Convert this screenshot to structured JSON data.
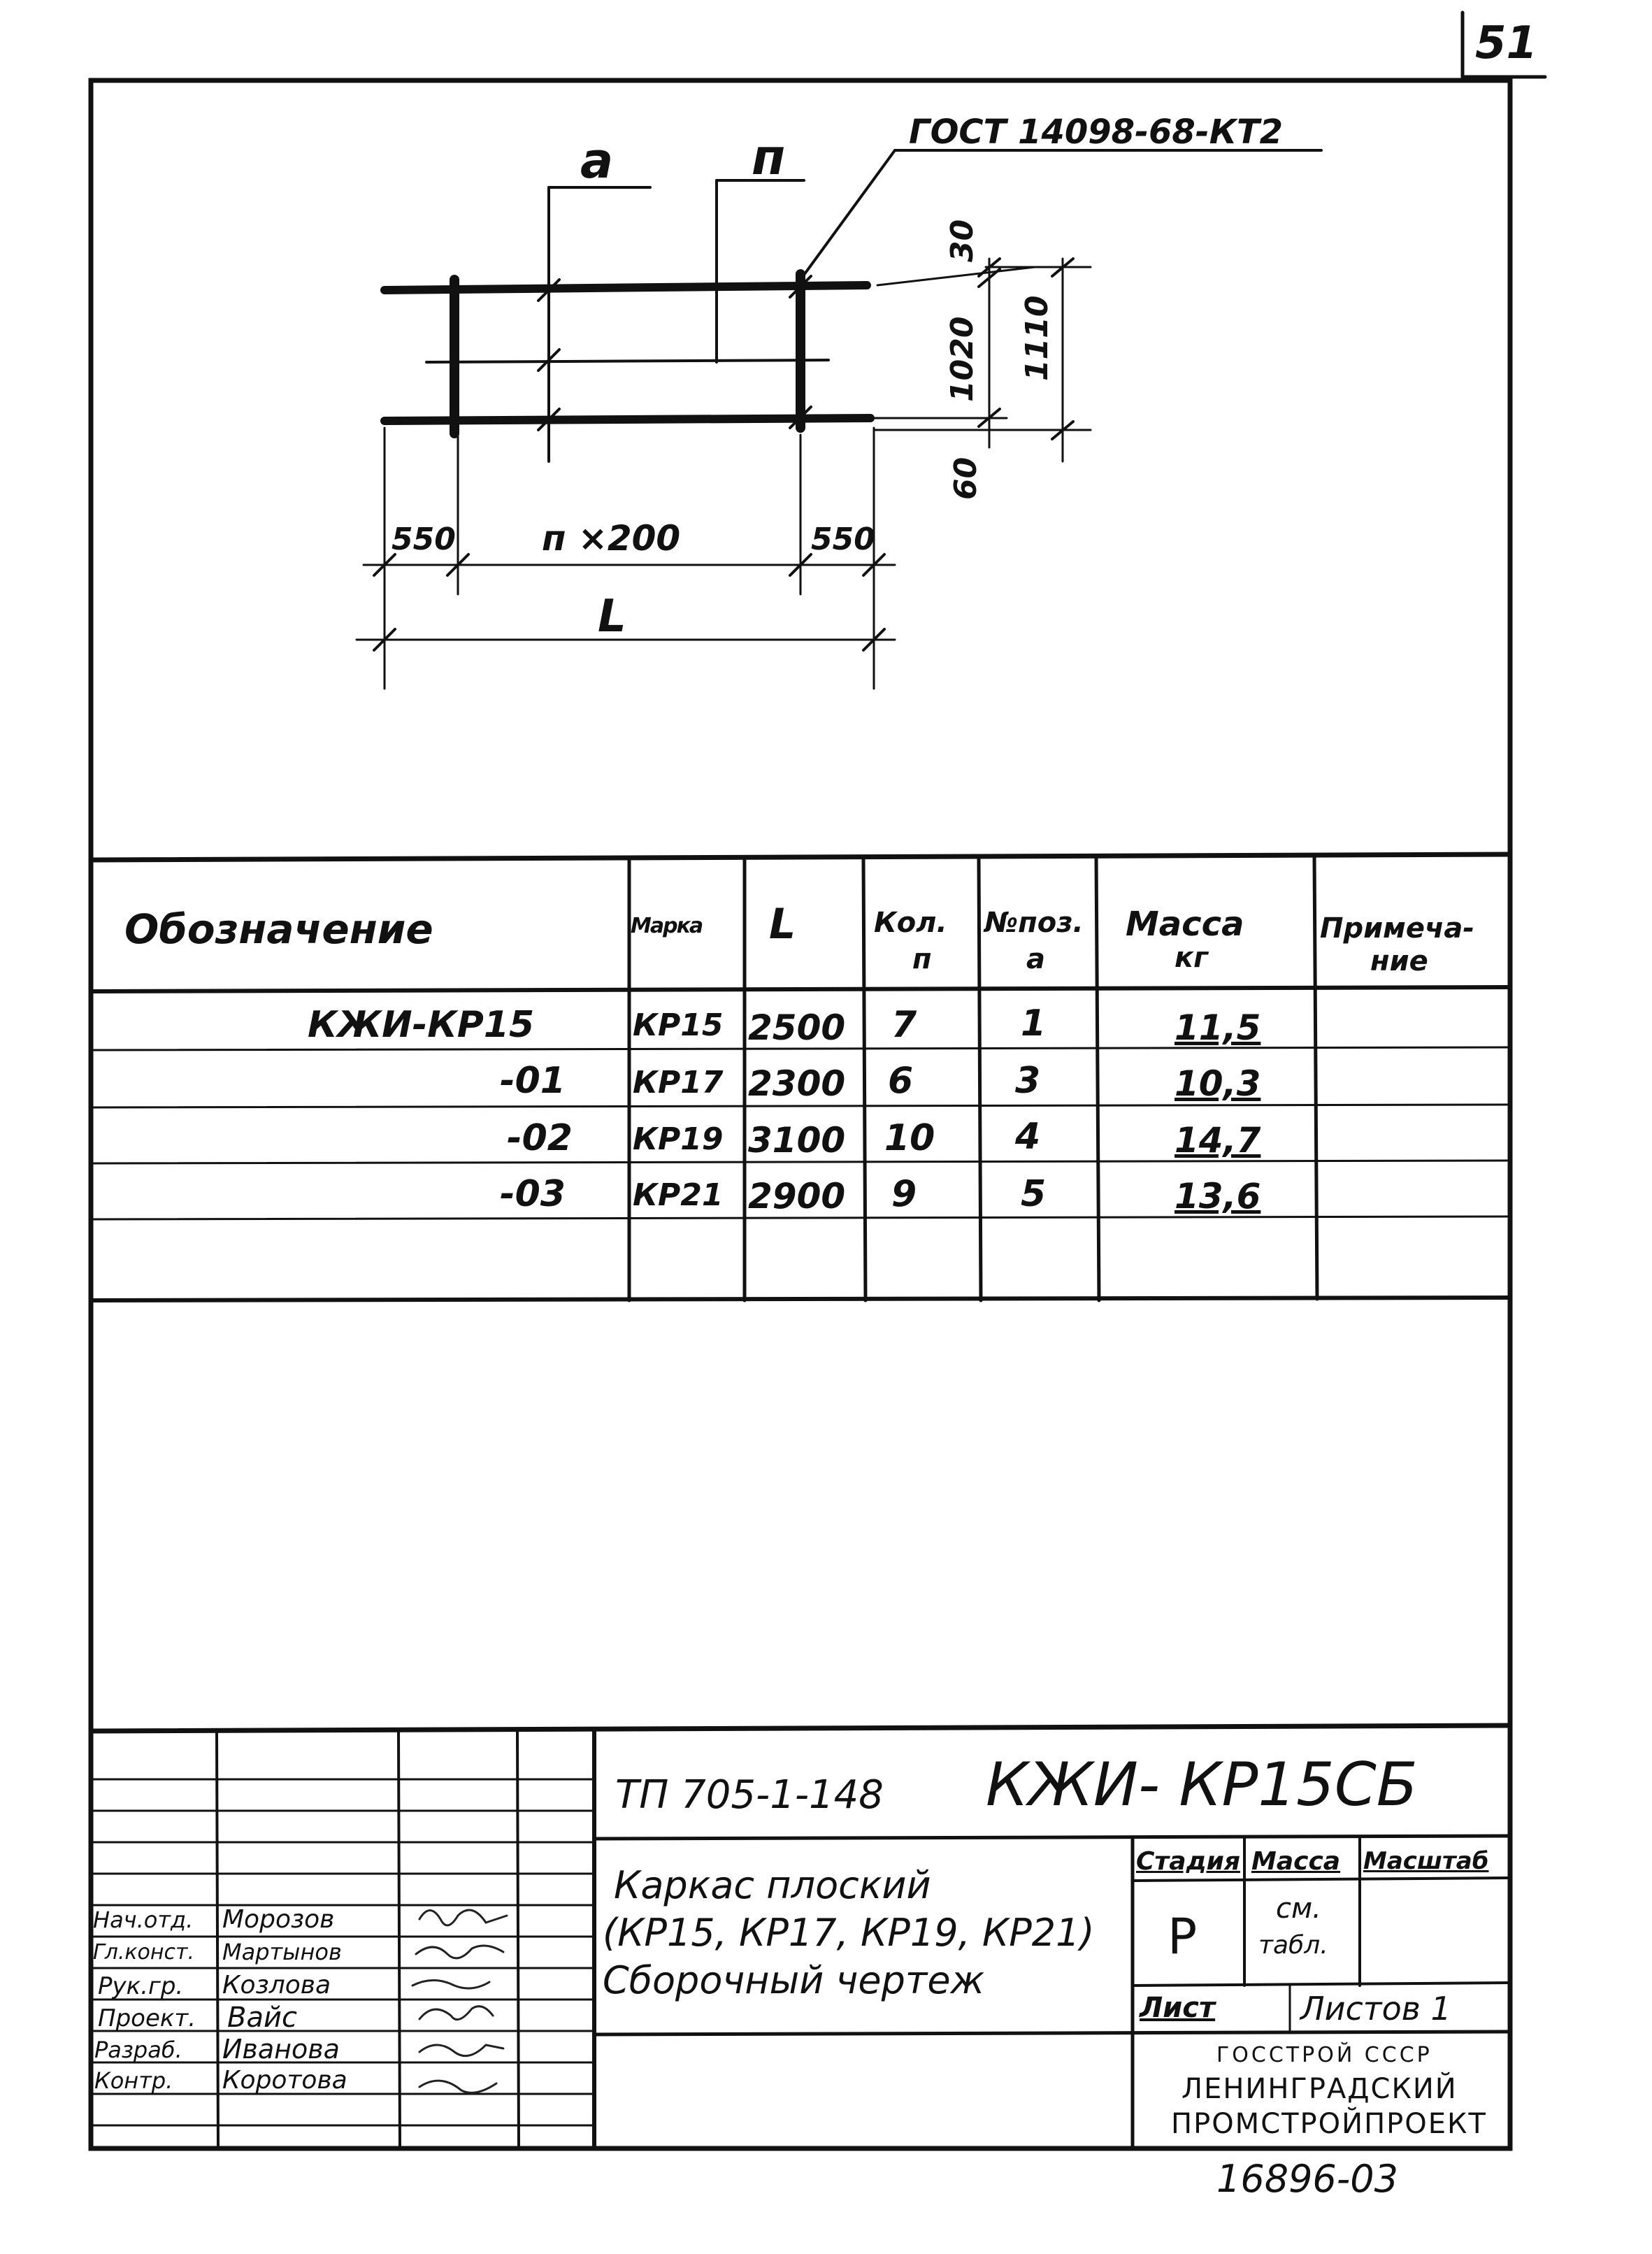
{
  "sheet_number": "51",
  "drawing": {
    "label_a": "a",
    "label_n": "п",
    "gost": "ГОСТ 14098-68-КТ2",
    "dim_30": "30",
    "dim_1020": "1020",
    "dim_1110": "1110",
    "dim_60": "60",
    "dim_550_left": "550",
    "dim_n200": "п ×200",
    "dim_550_right": "550",
    "dim_L": "L"
  },
  "table": {
    "headers": {
      "designation": "Обозначение",
      "mark": "Марка",
      "L": "L",
      "qty": "Кол.",
      "qty_sub": "п",
      "pos": "№поз.",
      "pos_sub": "а",
      "mass": "Масса",
      "mass_sub": "кг",
      "note": "Примеча-",
      "note_sub": "ние"
    },
    "rows": [
      {
        "designation": "КЖИ-КР15",
        "mark": "КР15",
        "L": "2500",
        "n": "7",
        "pos": "1",
        "mass": "11,5"
      },
      {
        "designation": "-01",
        "mark": "КР17",
        "L": "2300",
        "n": "6",
        "pos": "3",
        "mass": "10,3"
      },
      {
        "designation": "-02",
        "mark": "КР19",
        "L": "3100",
        "n": "10",
        "pos": "4",
        "mass": "14,7"
      },
      {
        "designation": "-03",
        "mark": "КР21",
        "L": "2900",
        "n": "9",
        "pos": "5",
        "mass": "13,6"
      }
    ]
  },
  "title_block": {
    "project": "ТП 705-1-148",
    "code": "КЖИ- КР15СБ",
    "name_line1": "Каркас плоский",
    "name_line2": "(КР15, КР17, КР19, КР21)",
    "name_line3": "Сборочный чертеж",
    "stage_header": "Стадия",
    "mass_header": "Масса",
    "scale_header": "Масштаб",
    "stage": "Р",
    "mass_value_line1": "см.",
    "mass_value_line2": "табл.",
    "sheet_label": "Лист",
    "sheets_label": "Листов 1",
    "org_line1": "ГОССТРОЙ СССР",
    "org_line2": "ЛЕНИНГРАДСКИЙ",
    "org_line3": "ПРОМСТРОЙПРОЕКТ",
    "signatures": [
      {
        "role": "Нач.отд.",
        "name": "Морозов"
      },
      {
        "role": "Гл.конст.",
        "name": "Мартынов"
      },
      {
        "role": "Рук.гр.",
        "name": "Козлова"
      },
      {
        "role": "Проект.",
        "name": "Вайс"
      },
      {
        "role": "Разраб.",
        "name": "Иванова"
      },
      {
        "role": "Контр.",
        "name": "Коротова"
      }
    ]
  },
  "inventory_number": "16896-03"
}
